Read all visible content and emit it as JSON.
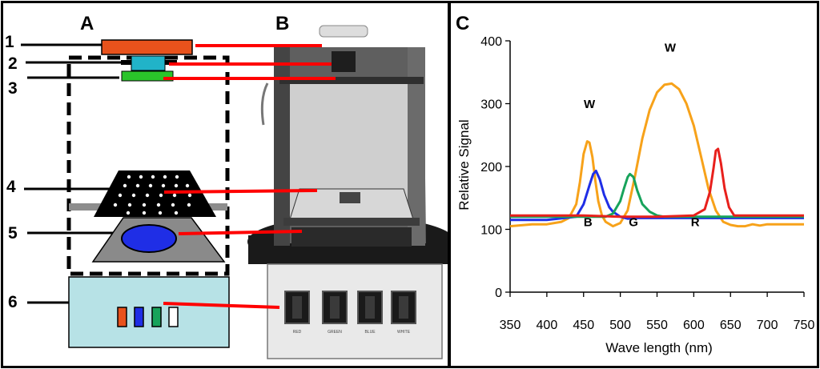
{
  "panels": {
    "a": "A",
    "b": "B",
    "c": "C"
  },
  "schematic_numbers": [
    "1",
    "2",
    "3",
    "4",
    "5",
    "6"
  ],
  "switch_labels": [
    "RED",
    "GREEN",
    "BLUE",
    "WHITE"
  ],
  "colors": {
    "red": "#e8201c",
    "orange": "#f7a21a",
    "green": "#17a35b",
    "blue": "#1f2ee6",
    "light_blue": "#b7e2e6",
    "teal": "#21b3c8",
    "lime": "#2ac42a",
    "connector": "#ff0000"
  },
  "chart_data": {
    "type": "line",
    "xlabel": "Wave length (nm)",
    "ylabel": "Relative Signal",
    "xlim": [
      350,
      750
    ],
    "ylim": [
      0,
      400
    ],
    "xticks": [
      "350",
      "400",
      "450",
      "500",
      "550",
      "600",
      "650",
      "700",
      "750"
    ],
    "yticks": [
      "0",
      "100",
      "200",
      "300",
      "400"
    ],
    "grid": false,
    "annotations": [
      {
        "text": "W",
        "x": 458,
        "y": 293
      },
      {
        "text": "W",
        "x": 568,
        "y": 383
      },
      {
        "text": "B",
        "x": 456,
        "y": 105
      },
      {
        "text": "G",
        "x": 518,
        "y": 105
      },
      {
        "text": "R",
        "x": 602,
        "y": 105
      }
    ],
    "series": [
      {
        "key": "white",
        "color": "#f7a21a",
        "x": [
          350,
          380,
          400,
          420,
          430,
          440,
          445,
          450,
          455,
          458,
          462,
          466,
          470,
          475,
          480,
          490,
          500,
          510,
          520,
          530,
          540,
          550,
          560,
          570,
          580,
          590,
          600,
          610,
          620,
          630,
          640,
          650,
          660,
          670,
          680,
          690,
          700,
          720,
          740,
          750
        ],
        "y": [
          105,
          108,
          108,
          112,
          118,
          140,
          175,
          220,
          240,
          238,
          215,
          178,
          145,
          122,
          112,
          105,
          110,
          130,
          185,
          245,
          290,
          318,
          330,
          332,
          323,
          300,
          265,
          215,
          165,
          130,
          112,
          107,
          105,
          105,
          108,
          106,
          108,
          108,
          108,
          108
        ]
      },
      {
        "key": "blue",
        "color": "#1f2ee6",
        "x": [
          350,
          400,
          440,
          450,
          458,
          463,
          467,
          472,
          478,
          485,
          490,
          500,
          510,
          520,
          560,
          600,
          650,
          700,
          750
        ],
        "y": [
          115,
          115,
          120,
          140,
          170,
          188,
          193,
          180,
          155,
          135,
          128,
          120,
          117,
          118,
          118,
          118,
          118,
          118,
          118
        ]
      },
      {
        "key": "green",
        "color": "#17a35b",
        "x": [
          350,
          450,
          480,
          490,
          500,
          505,
          510,
          513,
          518,
          523,
          530,
          540,
          550,
          560,
          600,
          650,
          700,
          750
        ],
        "y": [
          120,
          120,
          120,
          125,
          145,
          165,
          183,
          188,
          183,
          162,
          140,
          128,
          122,
          120,
          120,
          120,
          120,
          120
        ]
      },
      {
        "key": "red",
        "color": "#e8201c",
        "x": [
          350,
          450,
          500,
          550,
          600,
          615,
          622,
          627,
          630,
          633,
          637,
          642,
          648,
          655,
          700,
          750
        ],
        "y": [
          122,
          122,
          120,
          120,
          122,
          132,
          160,
          198,
          225,
          228,
          205,
          165,
          135,
          122,
          122,
          122
        ]
      }
    ]
  }
}
